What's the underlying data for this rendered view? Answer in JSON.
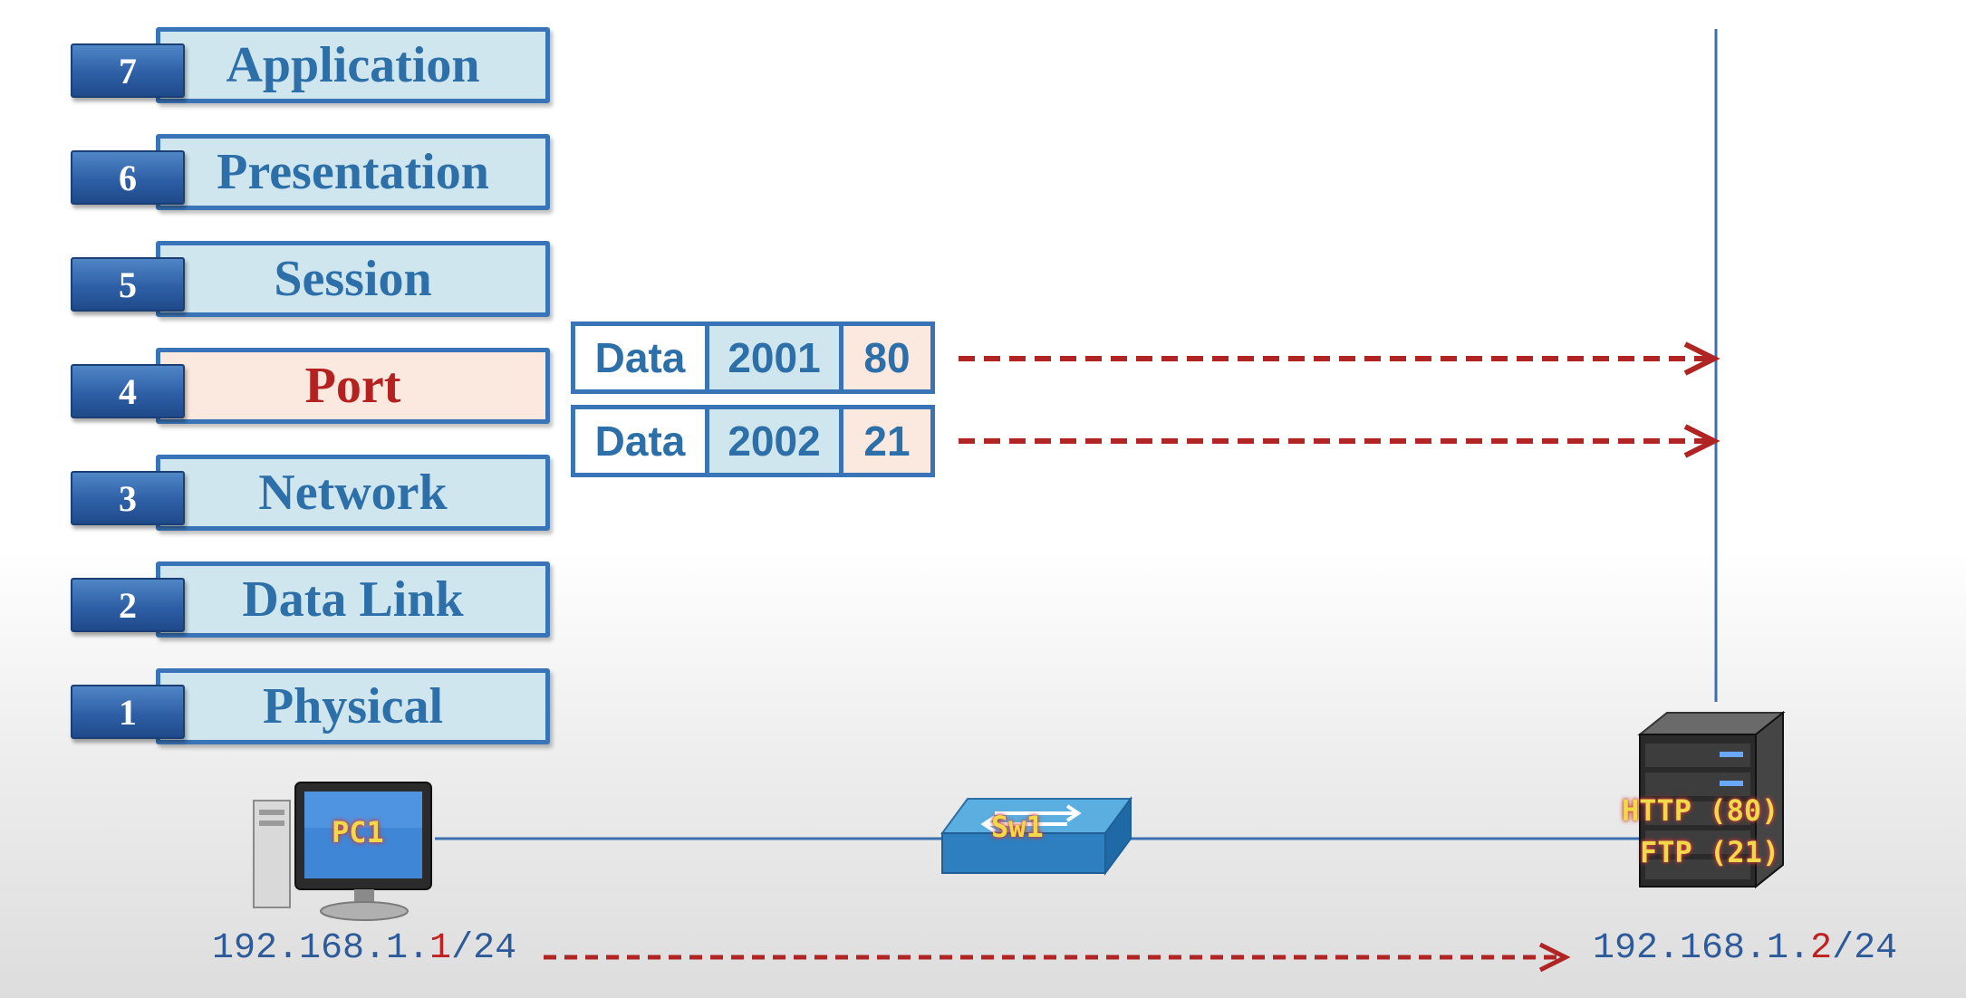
{
  "osi_layers": [
    {
      "number": "7",
      "name": "Application"
    },
    {
      "number": "6",
      "name": "Presentation"
    },
    {
      "number": "5",
      "name": "Session"
    },
    {
      "number": "4",
      "name": "Port"
    },
    {
      "number": "3",
      "name": "Network"
    },
    {
      "number": "2",
      "name": "Data Link"
    },
    {
      "number": "1",
      "name": "Physical"
    }
  ],
  "active_layer": "4",
  "segments": [
    {
      "payload": "Data",
      "source_port": "2001",
      "dest_port": "80"
    },
    {
      "payload": "Data",
      "source_port": "2002",
      "dest_port": "21"
    }
  ],
  "devices": {
    "pc": {
      "label": "PC1",
      "icon": "desktop-pc-icon"
    },
    "switch": {
      "label": "Sw1",
      "icon": "switch-icon"
    },
    "server": {
      "icon": "server-icon",
      "services": [
        "HTTP (80)",
        "FTP (21)"
      ]
    }
  },
  "addresses": {
    "source": {
      "prefix": "192.168.1.",
      "host": "1",
      "suffix": "/24"
    },
    "destination": {
      "prefix": "192.168.1.",
      "host": "2",
      "suffix": "/24"
    }
  },
  "colors": {
    "layer_border": "#3a74b8",
    "layer_fill": "#cfe6ee",
    "active_fill": "#fbe9df",
    "active_text": "#b52020",
    "arrow": "#b02424",
    "link": "#3a6fb0"
  }
}
